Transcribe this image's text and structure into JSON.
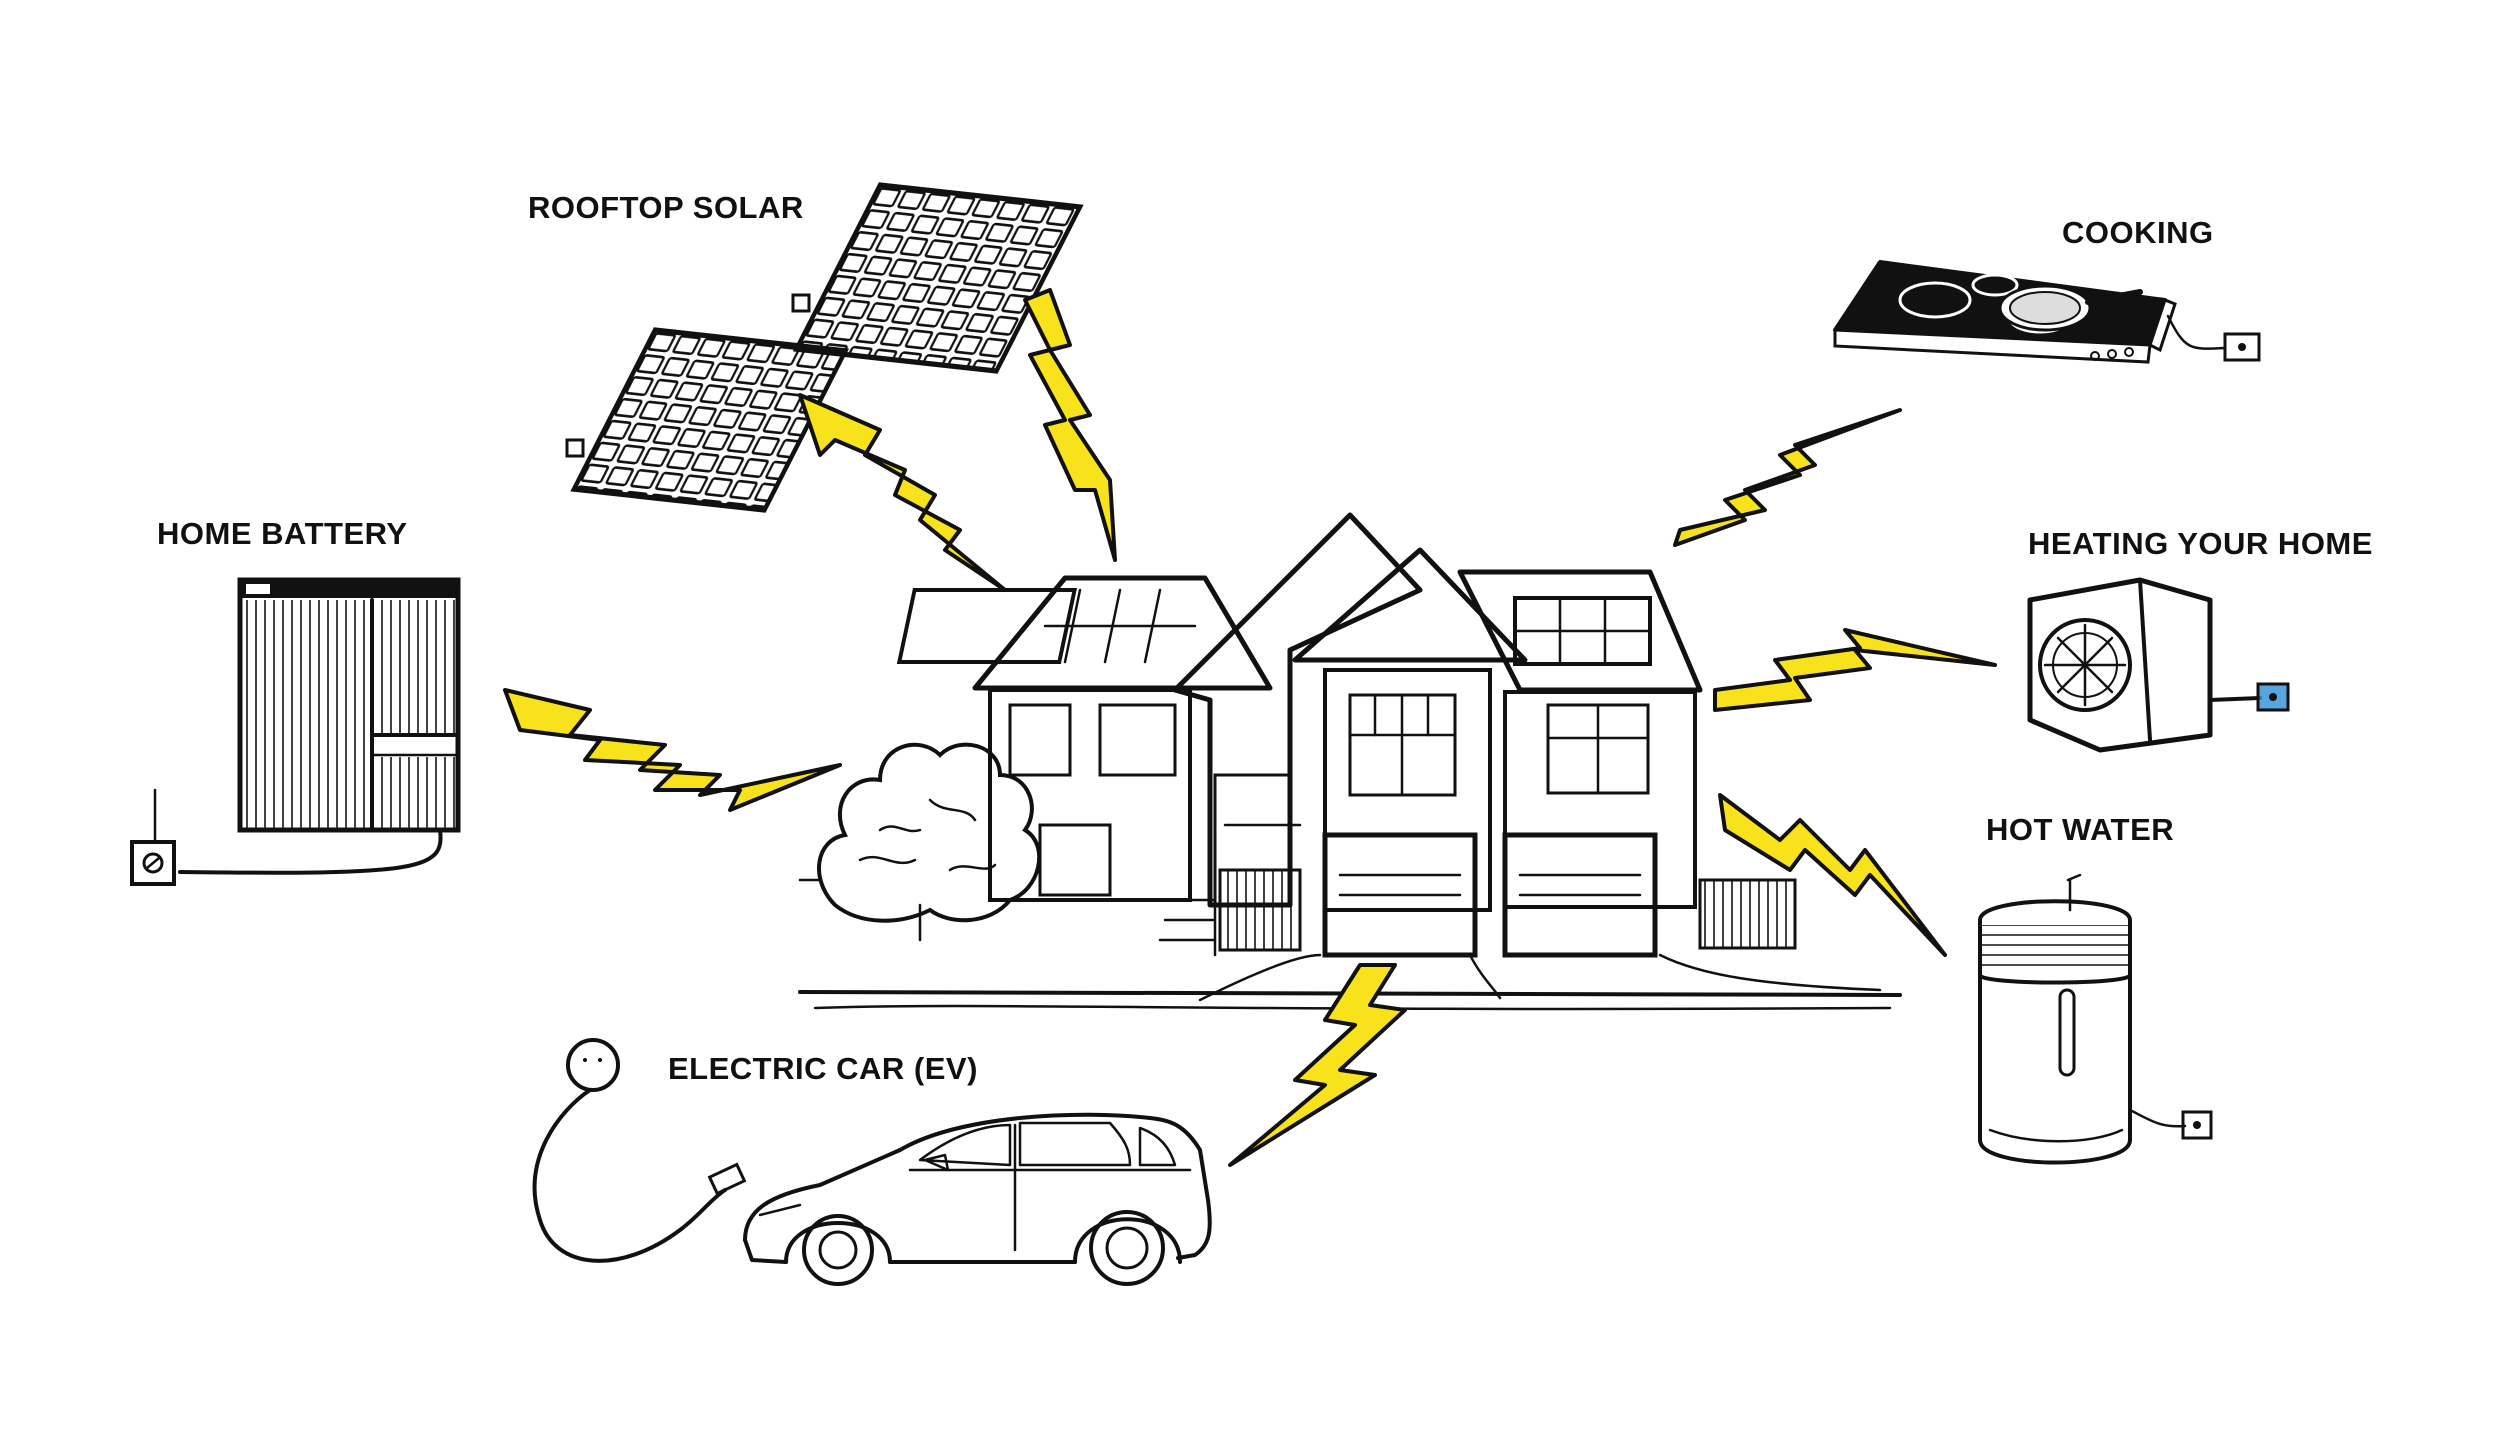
{
  "labels": {
    "rooftop_solar": "ROOFTOP SOLAR",
    "cooking": "COOKING",
    "home_battery": "HOME BATTERY",
    "heating": "HEATING YOUR HOME",
    "hot_water": "HOT WATER",
    "electric_car": "ELECTRIC CAR (EV)"
  },
  "colors": {
    "bolt": "#f7e21b",
    "ink": "#111111",
    "outlet_accent": "#2f8fd8",
    "background": "#ffffff"
  }
}
